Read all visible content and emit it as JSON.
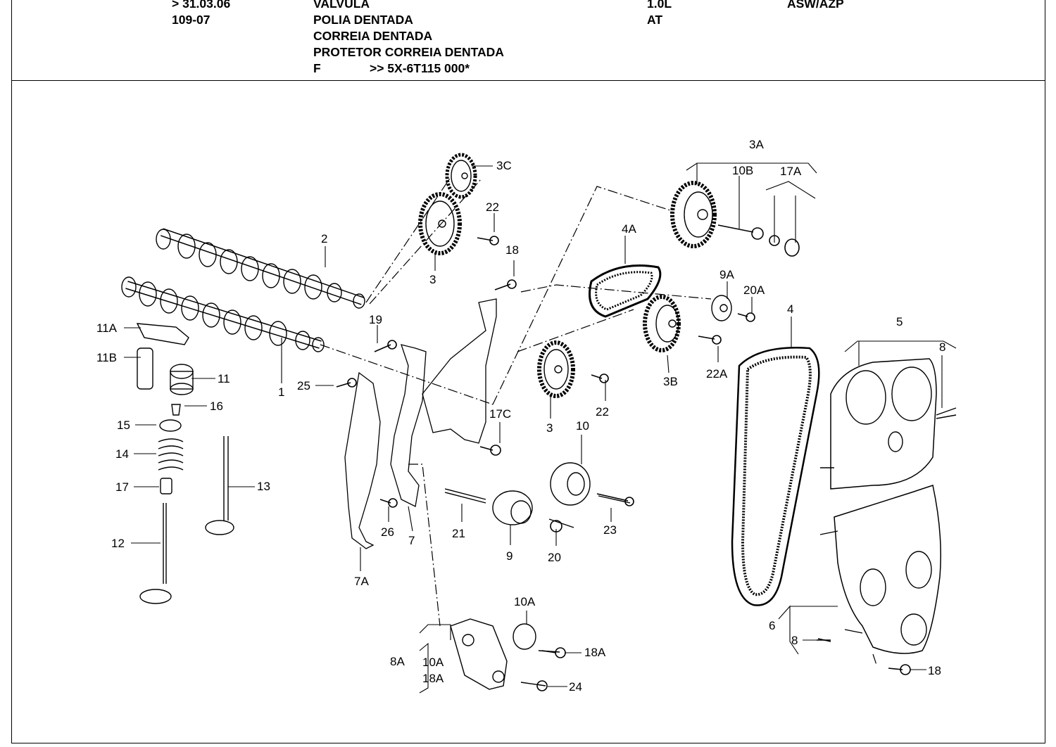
{
  "header": {
    "date_range": "> 31.03.06",
    "group": "109-07",
    "description": [
      "VALVULA",
      "POLIA DENTADA",
      "CORREIA DENTADA",
      "PROTETOR CORREIA DENTADA"
    ],
    "f_label": "F",
    "f_value": ">> 5X-6T115 000*",
    "engine_size": "1.0L",
    "transmission": "AT",
    "engine_codes": "ASW/AZP"
  },
  "callouts": [
    "1",
    "2",
    "3",
    "3",
    "3A",
    "3B",
    "3C",
    "4",
    "4A",
    "5",
    "6",
    "7",
    "7A",
    "8",
    "8",
    "8A",
    "9",
    "9A",
    "10",
    "10A",
    "10A",
    "10B",
    "11",
    "11A",
    "11B",
    "12",
    "13",
    "14",
    "15",
    "16",
    "17",
    "17A",
    "17C",
    "18",
    "18",
    "18A",
    "18A",
    "19",
    "20",
    "20A",
    "21",
    "22",
    "22",
    "22A",
    "23",
    "24",
    "25",
    "26"
  ]
}
